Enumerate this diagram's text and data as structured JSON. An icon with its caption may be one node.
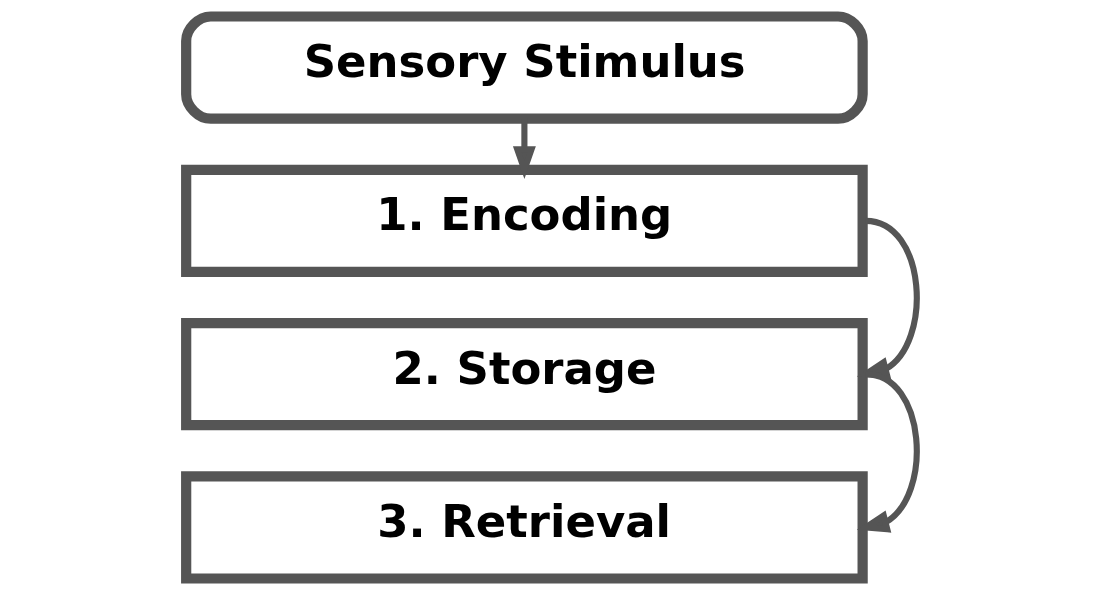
{
  "diagram": {
    "nodes": [
      {
        "text": [
          "Sensory Stimulus"
        ]
      },
      {
        "text": [
          "1. Encoding"
        ]
      },
      {
        "text": [
          "2. Storage"
        ]
      },
      {
        "text": [
          "3. Retrieval"
        ]
      }
    ],
    "edges": [
      {
        "from": 0,
        "to": 1,
        "arrow": "to"
      },
      {
        "from": 1,
        "to": 2,
        "arrow": "to"
      },
      {
        "from": 2,
        "to": 3,
        "arrow": "to"
      }
    ]
  }
}
